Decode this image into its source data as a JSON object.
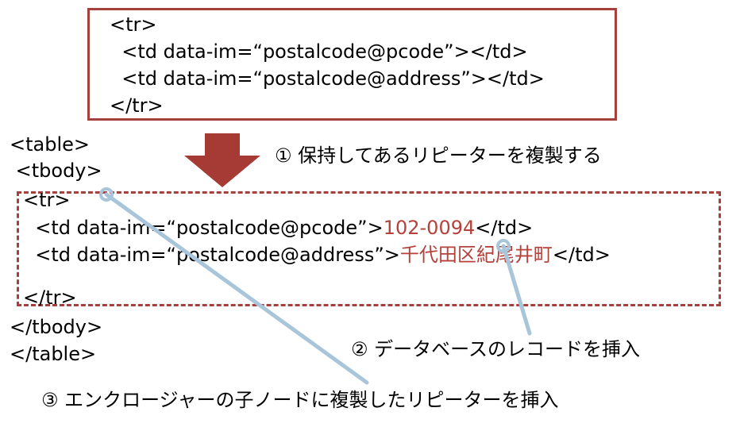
{
  "template": {
    "lines": [
      "<tr>",
      "  <td data-im=“postalcode@pcode”></td>",
      "  <td data-im=“postalcode@address”></td>",
      "</tr>"
    ]
  },
  "document": {
    "table_open": "<table>",
    "tbody_open": " <tbody>",
    "tbody_close": "</tbody>",
    "table_close": "</table>"
  },
  "clone": {
    "tr_open": "<tr>",
    "row1_prefix": "  <td data-im=“postalcode@pcode”>",
    "row1_value": "102-0094",
    "row1_suffix": "</td>",
    "row2_prefix": "  <td data-im=“postalcode@address”>",
    "row2_value": "千代田区紀尾井町",
    "row2_suffix": "</td>",
    "tr_close": "</tr>"
  },
  "steps": {
    "step1": "① 保持してあるリピーターを複製する",
    "step2": "② データベースのレコードを挿入",
    "step3": "③ エンクロージャーの子ノードに複製したリピーターを挿入"
  },
  "colors": {
    "box_border": "#a5413c",
    "arrow_fill": "#a63b35",
    "highlight_text": "#b5413b",
    "leader_line": "#a8c5da"
  }
}
